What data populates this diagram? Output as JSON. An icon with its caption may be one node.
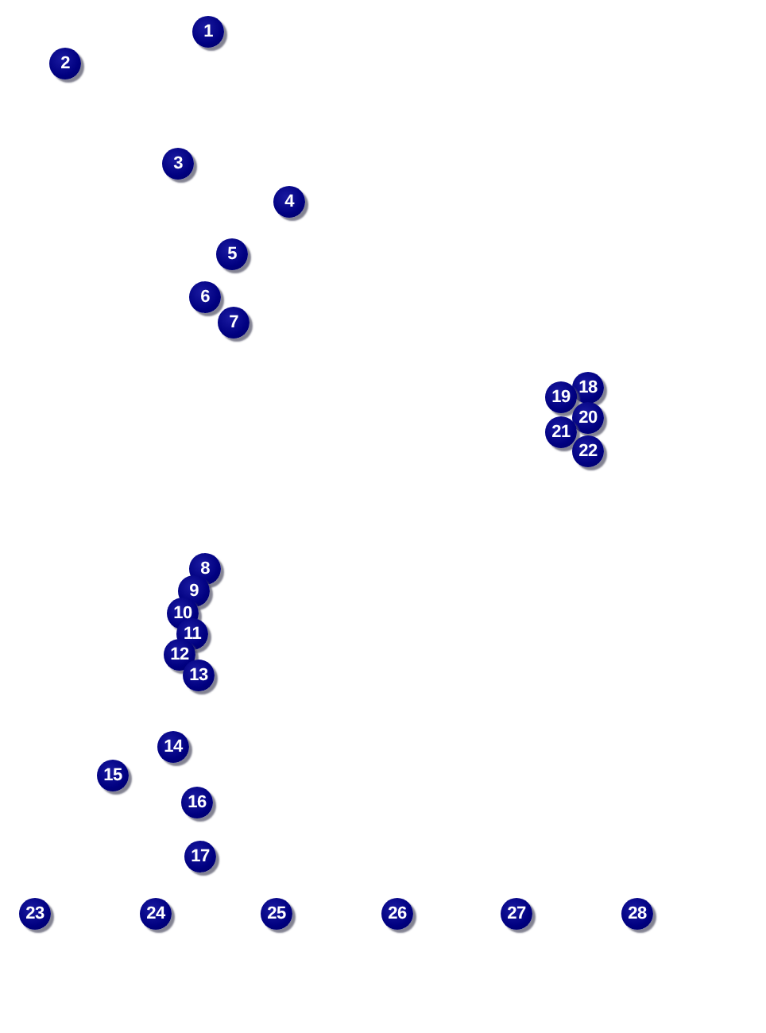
{
  "diagram": {
    "nodes": [
      {
        "text": [
          "1"
        ]
      },
      {
        "text": [
          "2"
        ]
      },
      {
        "text": [
          "3"
        ]
      },
      {
        "text": [
          "4"
        ]
      },
      {
        "text": [
          "5"
        ]
      },
      {
        "text": [
          "6"
        ]
      },
      {
        "text": [
          "7"
        ]
      },
      {
        "text": [
          "8"
        ]
      },
      {
        "text": [
          "9"
        ]
      },
      {
        "text": [
          "10"
        ]
      },
      {
        "text": [
          "11"
        ]
      },
      {
        "text": [
          "12"
        ]
      },
      {
        "text": [
          "13"
        ]
      },
      {
        "text": [
          "14"
        ]
      },
      {
        "text": [
          "15"
        ]
      },
      {
        "text": [
          "16"
        ]
      },
      {
        "text": [
          "17"
        ]
      },
      {
        "text": [
          "18"
        ]
      },
      {
        "text": [
          "19"
        ]
      },
      {
        "text": [
          "20"
        ]
      },
      {
        "text": [
          "21"
        ]
      },
      {
        "text": [
          "22"
        ]
      },
      {
        "text": [
          "23"
        ]
      },
      {
        "text": [
          "24"
        ]
      },
      {
        "text": [
          "25"
        ]
      },
      {
        "text": [
          "26"
        ]
      },
      {
        "text": [
          "27"
        ]
      },
      {
        "text": [
          "28"
        ]
      }
    ]
  }
}
